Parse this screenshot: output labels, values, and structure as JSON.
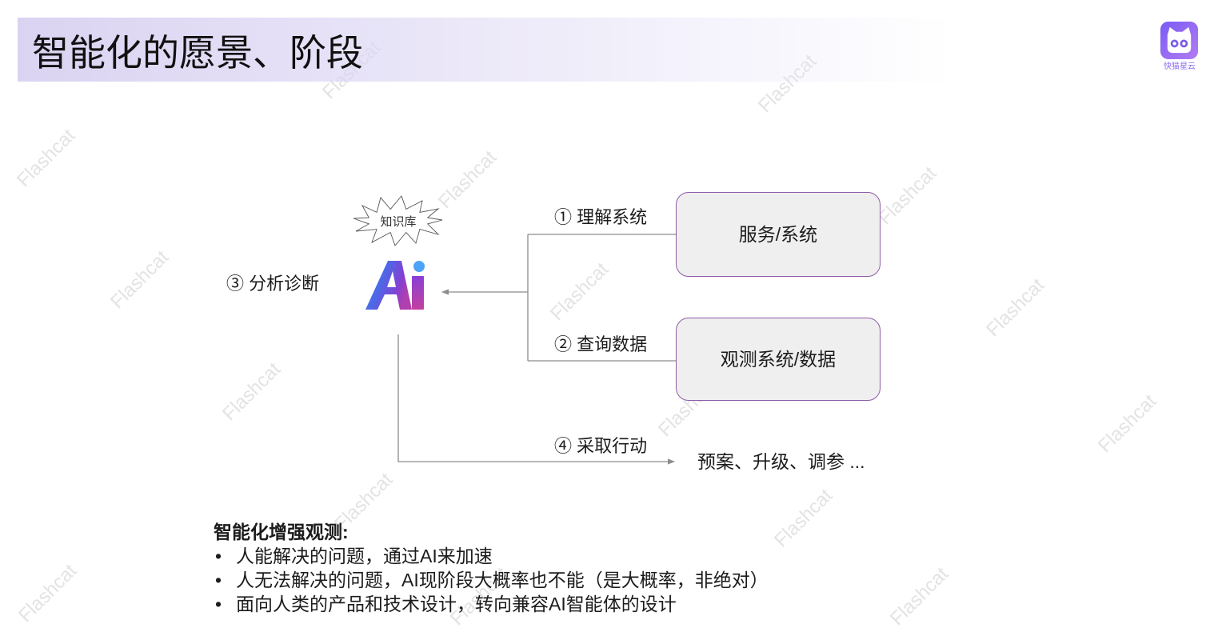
{
  "slide": {
    "title": "智能化的愿景、阶段",
    "watermark": "Flashcat"
  },
  "brand": {
    "name": "快猫星云",
    "logo_icon": "cat-face-icon"
  },
  "diagram": {
    "knowledge_base": "知识库",
    "ai_logo": {
      "text": "Ai",
      "icon": "ai-logo-icon"
    },
    "steps": {
      "understand": "① 理解系统",
      "query": "② 查询数据",
      "analyze": "③ 分析诊断",
      "act": "④ 采取行动"
    },
    "boxes": {
      "service": "服务/系统",
      "observability": "观测系统/数据"
    },
    "action_targets": "预案、升级、调参 ..."
  },
  "summary": {
    "heading": "智能化增强观测:",
    "bullets": [
      "人能解决的问题，通过AI来加速",
      "人无法解决的问题，AI现阶段大概率也不能（是大概率，非绝对）",
      "面向人类的产品和技术设计，转向兼容AI智能体的设计"
    ]
  },
  "colors": {
    "brand": "#8b6cf0",
    "box_border": "#8e5ba6",
    "box_fill": "#efefef",
    "connector": "#8c8c8c",
    "watermark": "#e3e3e3",
    "text": "#1c1c1c"
  }
}
